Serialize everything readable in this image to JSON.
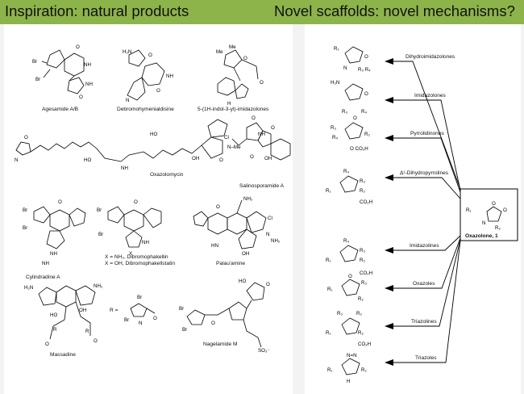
{
  "banner": {
    "left_title": "Inspiration: natural products",
    "right_title": "Novel scaffolds: novel mechanisms?",
    "color": "#8db44a"
  },
  "natural_products": [
    {
      "name": "Agesamide A/B"
    },
    {
      "name": "Debromohymenialdisine"
    },
    {
      "name": "5-(1H-indol-3-yl)-imidazolones"
    },
    {
      "name": "Oxazolomycin"
    },
    {
      "name": "Salinosporamide A"
    },
    {
      "name": "Cylindradine A"
    },
    {
      "name": "X = NH₂, Dibromophakellin"
    },
    {
      "name": "X = OH, Dibromophakellstatin"
    },
    {
      "name": "Palau'amine"
    },
    {
      "name": "Massadine"
    },
    {
      "name": "Nagelamide M"
    }
  ],
  "massadine_r_label": "R =",
  "hub": {
    "label": "Oxazolone, 1"
  },
  "scaffolds": [
    {
      "label": "Dihydroimidazolones"
    },
    {
      "label": "Imidazolones"
    },
    {
      "label": "Pyrrolidinones"
    },
    {
      "label": "Δ¹-Dihydropyrrolines"
    },
    {
      "label": "Imidazolines"
    },
    {
      "label": "Oxazoles"
    },
    {
      "label": "Triazolines"
    },
    {
      "label": "Triazoles"
    }
  ]
}
